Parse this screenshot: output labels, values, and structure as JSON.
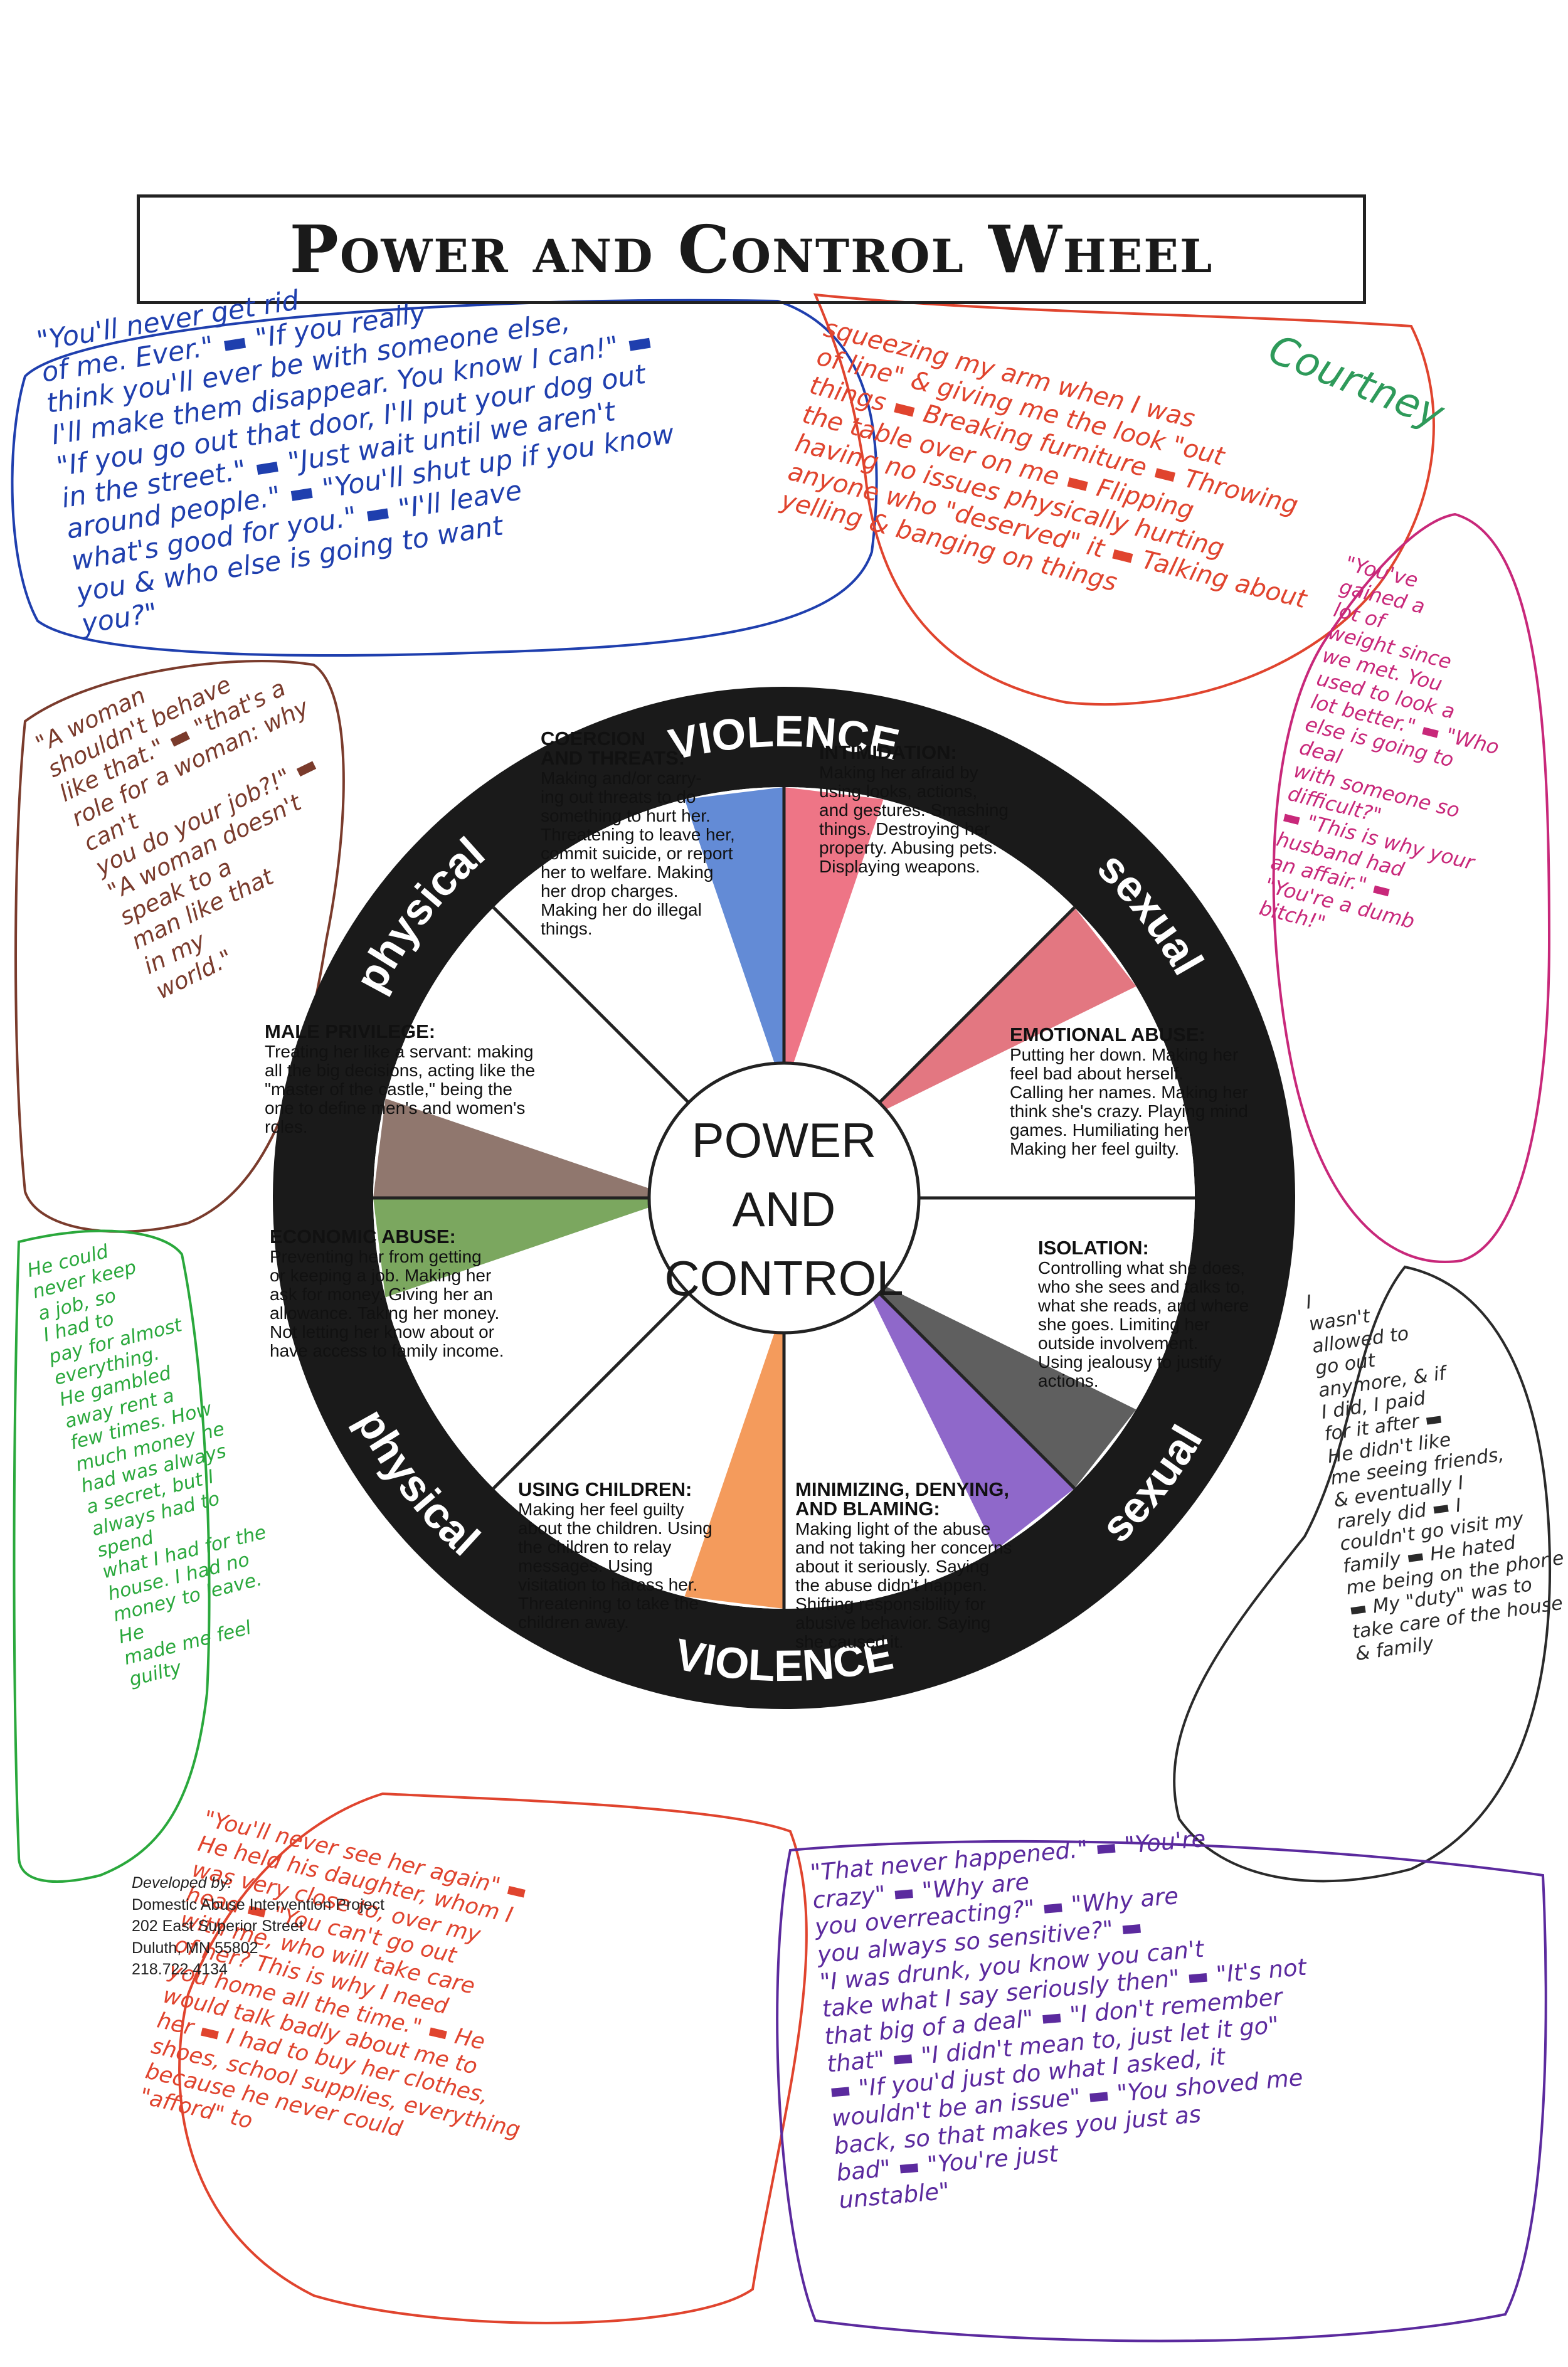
{
  "title": "Power and Control Wheel",
  "author_signature": "Courtney",
  "rim_labels": {
    "violence_top": "VIOLENCE",
    "violence_bottom": "VIOLENCE",
    "physical_top": "physical",
    "physical_bottom": "physical",
    "sexual_top": "sexual",
    "sexual_bottom": "sexual"
  },
  "hub": {
    "line1": "POWER",
    "line2": "AND",
    "line3": "CONTROL"
  },
  "wedges": [
    {
      "title": [
        "COERCION",
        "AND THREATS:"
      ],
      "body": [
        "Making and/or carry-",
        "ing out threats to do",
        "something to hurt her.",
        "Threatening to leave her,",
        "commit suicide, or report",
        "her to welfare.  Making",
        "her drop charges.",
        "Making her do illegal",
        "things."
      ],
      "color": "#2f64c8"
    },
    {
      "title": [
        "INTIMIDATION:"
      ],
      "body": [
        "Making her afraid by",
        "using looks, actions,",
        "and gestures.  Smashing",
        "things.  Destroying her",
        "property.  Abusing pets.",
        "Displaying weapons."
      ],
      "color": "#e8475e"
    },
    {
      "title": [
        "EMOTIONAL ABUSE:"
      ],
      "body": [
        "Putting her down.  Making her",
        "feel bad about herself.",
        "Calling her names.  Making her",
        "think she's crazy.  Playing mind",
        "games.  Humiliating her.",
        "Making her feel guilty."
      ],
      "color": "#d94a57"
    },
    {
      "title": [
        "ISOLATION:"
      ],
      "body": [
        "Controlling what she does,",
        "who she sees and talks to,",
        "what she reads, and where",
        "she goes.  Limiting her",
        "outside involvement.",
        "Using jealousy to justify",
        "actions."
      ],
      "color": "#2a2a2a"
    },
    {
      "title": [
        "MINIMIZING, DENYING,",
        "AND BLAMING:"
      ],
      "body": [
        "Making light of the abuse",
        "and not taking her concerns",
        "about it seriously.  Saying",
        "the abuse didn't happen.",
        "Shifting responsibility for",
        "abusive behavior.  Saying",
        "she caused it."
      ],
      "color": "#6a35b8"
    },
    {
      "title": [
        "USING CHILDREN:"
      ],
      "body": [
        "Making her feel guilty",
        "about the children.  Using",
        "the children to relay",
        "messages.  Using",
        "visitation to harass her.",
        "Threatening to take the",
        "children away."
      ],
      "color": "#f07a25"
    },
    {
      "title": [
        "ECONOMIC ABUSE:"
      ],
      "body": [
        "Preventing her from getting",
        "or keeping a job.  Making her",
        "ask for money.  Giving her an",
        "allowance.  Taking her money.",
        "Not letting her know about or",
        "have access to family income."
      ],
      "color": "#4f8a2a"
    },
    {
      "title": [
        "MALE PRIVILEGE:"
      ],
      "body": [
        "Treating her like a servant: making",
        "all the big decisions, acting like the",
        "\"master of the castle,\" being the",
        "one to define men's and women's",
        "roles."
      ],
      "color": "#6b4a3e"
    }
  ],
  "credits": {
    "lead": "Developed by:",
    "org": "Domestic Abuse Intervention Project",
    "street": "202 East Superior Street",
    "city": "Duluth, MN 55802",
    "phone": "218.722.4134"
  },
  "handwritten_notes": {
    "top_left": "\"You'll never get rid\nof me. Ever.\" ▬ \"If you really\nthink you'll ever be with someone else,\nI'll make them disappear. You know I can!\" ▬\n\"If you go out that door, I'll put your dog out\nin the street.\" ▬ \"Just wait until we aren't\naround people.\" ▬ \"You'll shut up if you know\nwhat's good for you.\" ▬ \"I'll leave\nyou & who else is going to want\nyou?\"",
    "top_right": "squeezing my arm when I was\nof line\" & giving me the look \"out\nthings ▬ Breaking furniture ▬ Throwing\nthe table over on me ▬ Flipping\nhaving no issues physically hurting\nanyone who \"deserved\" it ▬ Talking about\nyelling & banging on things",
    "right_upper": "\"You've\ngained a\nlot of\nweight since\nwe met. You\nused to look a\nlot better.\" ▬ \"Who\nelse is going to deal\nwith someone so difficult?\"\n▬ \"This is why your\nhusband had\nan affair.\" ▬\n\"You're a dumb\nbitch!\"",
    "left_upper": "\"A woman\nshouldn't behave\nlike that.\" ▬ \"that's a\nrole for a woman: why can't\nyou do your job?!\" ▬\n\"A woman doesn't\nspeak to a\nman like that\nin my\nworld.\"",
    "left_lower": "He could\nnever keep\na job, so\nI had to\npay for almost\neverything.\nHe gambled\naway rent a\nfew times. How\nmuch money he\nhad was always\na secret, but I\nalways had to spend\nwhat I had for the\nhouse. I had no\nmoney to leave. He\nmade me feel\nguilty",
    "right_lower": "I\nwasn't\nallowed to\ngo out\nanymore, & if\nI did, I paid\nfor it after ▬\nHe didn't like\nme seeing friends,\n& eventually I\nrarely did ▬ I\ncouldn't go visit my\nfamily ▬ He hated\nme being on the phone\n▬ My \"duty\" was to\ntake care of the house\n& family",
    "bottom_left": "\"You'll never see her again\" ▬\nHe held his daughter, whom I\nwas very close to, over my\nhead ▬ \"You can't go out\nwith me, who will take care\nof her? This is why I need\nyou home all the time.\" ▬ He\nwould talk badly about me to\nher ▬ I had to buy her clothes,\nshoes, school supplies, everything\nbecause he never could\n\"afford\" to",
    "bottom_right": "\"That never happened.\" ▬ \"You're\ncrazy\" ▬ \"Why are\nyou overreacting?\" ▬ \"Why are\nyou always so sensitive?\" ▬\n\"I was drunk, you know you can't\ntake what I say seriously then\" ▬ \"It's not\nthat big of a deal\" ▬ \"I don't remember\nthat\" ▬ \"I didn't mean to, just let it go\"\n▬ \"If you'd just do what I asked, it\nwouldn't be an issue\" ▬ \"You shoved me\nback, so that makes you just as\nbad\" ▬ \"You're just\nunstable\""
  },
  "colors": {
    "ink_blue": "#1f3fae",
    "ink_red": "#e0442e",
    "ink_magenta": "#c8287a",
    "ink_green": "#2aa83c",
    "ink_brown": "#7a3b2c",
    "ink_purple": "#5b2a9e",
    "ink_black": "#2a2a2a",
    "ink_teal": "#2e9a5a"
  }
}
